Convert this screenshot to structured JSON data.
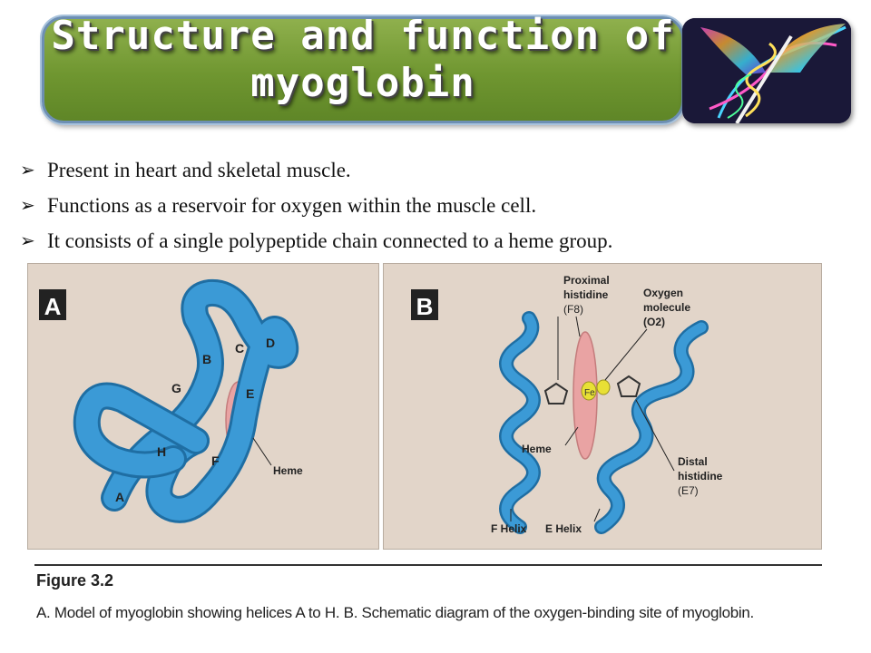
{
  "title": "Structure and function of myoglobin",
  "bullets": [
    "Present in heart and skeletal muscle.",
    "Functions as a reservoir for oxygen within the muscle cell.",
    "It consists of a single polypeptide chain connected to a heme group."
  ],
  "bullet_icon": "arrow-bullet-icon",
  "figure": {
    "panel_a": {
      "label": "A",
      "helix_labels": [
        "A",
        "B",
        "C",
        "D",
        "E",
        "F",
        "G",
        "H"
      ],
      "heme_label": "Heme"
    },
    "panel_b": {
      "label": "B",
      "proximal": [
        "Proximal",
        "histidine",
        "(F8)"
      ],
      "oxygen": [
        "Oxygen",
        "molecule",
        "(O2)"
      ],
      "fe_label": "Fe",
      "heme_label": "Heme",
      "distal": [
        "Distal",
        "histidine",
        "(E7)"
      ],
      "f_helix": "F Helix",
      "e_helix": "E Helix"
    },
    "caption_title": "Figure 3.2",
    "caption_text": "A. Model of myoglobin showing helices A to H.  B. Schematic diagram of the oxygen-binding site of myoglobin."
  },
  "colors": {
    "banner_green": "#6f9630",
    "helix_blue": "#3b9ad6",
    "heme_pink": "#e9a3a3",
    "panel_bg": "#e2d5c9"
  }
}
